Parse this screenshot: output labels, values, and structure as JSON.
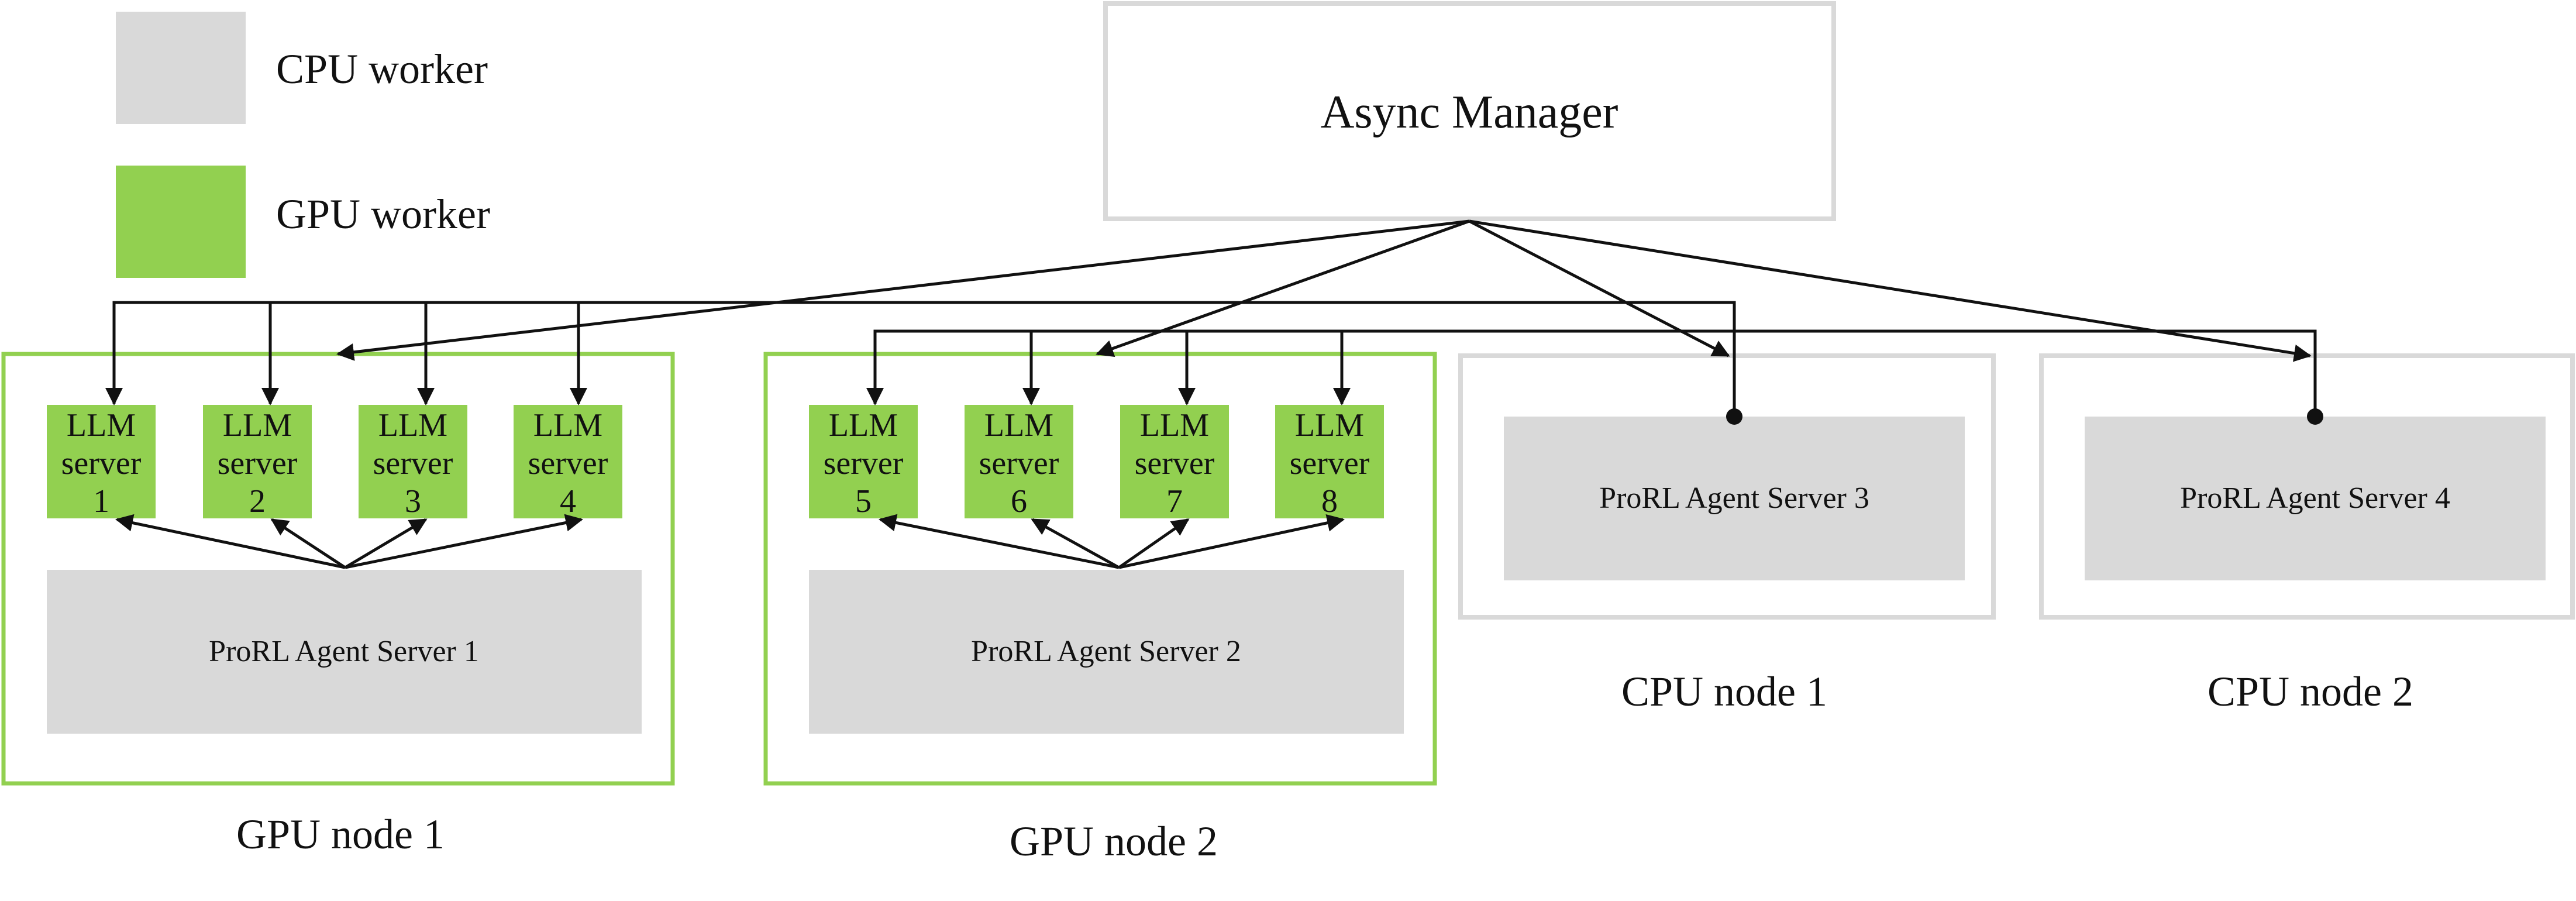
{
  "legend": {
    "cpu_label": "CPU worker",
    "gpu_label": "GPU worker"
  },
  "colors": {
    "gpu_fill": "#92d050",
    "gpu_border": "#92d050",
    "cpu_fill": "#d9d9d9",
    "cpu_border": "#d9d9d9",
    "line": "#111111"
  },
  "manager": {
    "label": "Async Manager"
  },
  "gpu_nodes": [
    {
      "label": "GPU node 1",
      "agent_label": "ProRL Agent Server 1",
      "llm_servers": [
        {
          "line1": "LLM",
          "line2": "server",
          "line3": "1"
        },
        {
          "line1": "LLM",
          "line2": "server",
          "line3": "2"
        },
        {
          "line1": "LLM",
          "line2": "server",
          "line3": "3"
        },
        {
          "line1": "LLM",
          "line2": "server",
          "line3": "4"
        }
      ]
    },
    {
      "label": "GPU node 2",
      "agent_label": "ProRL Agent Server 2",
      "llm_servers": [
        {
          "line1": "LLM",
          "line2": "server",
          "line3": "5"
        },
        {
          "line1": "LLM",
          "line2": "server",
          "line3": "6"
        },
        {
          "line1": "LLM",
          "line2": "server",
          "line3": "7"
        },
        {
          "line1": "LLM",
          "line2": "server",
          "line3": "8"
        }
      ]
    }
  ],
  "cpu_nodes": [
    {
      "label": "CPU node 1",
      "agent_label": "ProRL Agent Server 3"
    },
    {
      "label": "CPU node 2",
      "agent_label": "ProRL Agent Server 4"
    }
  ]
}
